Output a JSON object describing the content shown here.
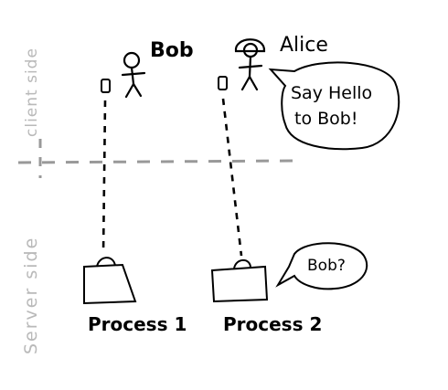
{
  "regions": {
    "client_label": "client side",
    "server_label": "Server side"
  },
  "clients": [
    {
      "name": "Bob"
    },
    {
      "name": "Alice"
    }
  ],
  "speech": {
    "alice": [
      "Say Hello",
      "to Bob!"
    ],
    "process2": "Bob?"
  },
  "processes": [
    {
      "label": "Process 1"
    },
    {
      "label": "Process 2"
    }
  ],
  "colors": {
    "ink": "#000000",
    "region_text": "#b9b9b9",
    "divider": "#999999"
  }
}
